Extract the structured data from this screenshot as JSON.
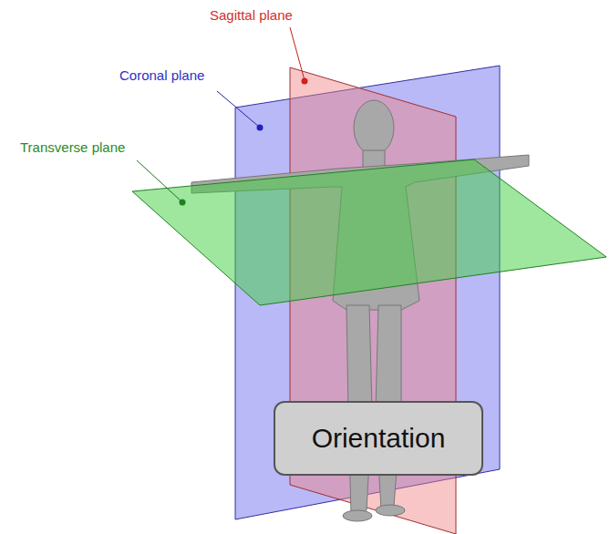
{
  "diagram": {
    "nodes": [
      {
        "text": [
          "Orientation"
        ]
      }
    ],
    "labels": [
      "Sagittal plane",
      "Coronal plane",
      "Transverse plane"
    ]
  }
}
